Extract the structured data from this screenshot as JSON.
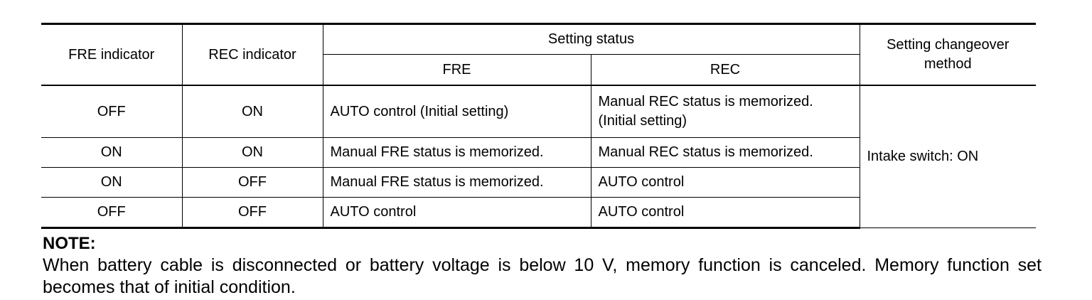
{
  "table": {
    "headers": {
      "fre_indicator": "FRE indicator",
      "rec_indicator": "REC indicator",
      "setting_status": "Setting status",
      "fre": "FRE",
      "rec": "REC",
      "changeover_method": "Setting changeover method"
    },
    "rows": [
      {
        "fre_indicator": "OFF",
        "rec_indicator": "ON",
        "fre_status": "AUTO control (Initial setting)",
        "rec_status_line1": "Manual REC status is memorized.",
        "rec_status_line2": "(Initial setting)"
      },
      {
        "fre_indicator": "ON",
        "rec_indicator": "ON",
        "fre_status": "Manual FRE status is memorized.",
        "rec_status": "Manual REC status is memorized."
      },
      {
        "fre_indicator": "ON",
        "rec_indicator": "OFF",
        "fre_status": "Manual FRE status is memorized.",
        "rec_status": "AUTO control"
      },
      {
        "fre_indicator": "OFF",
        "rec_indicator": "OFF",
        "fre_status": "AUTO control",
        "rec_status": "AUTO control"
      }
    ],
    "changeover_method_value": "Intake switch: ON"
  },
  "note": {
    "title": "NOTE:",
    "text": "When battery cable is disconnected or battery voltage is below 10 V, memory function is canceled. Memory function set becomes that of initial condition."
  }
}
